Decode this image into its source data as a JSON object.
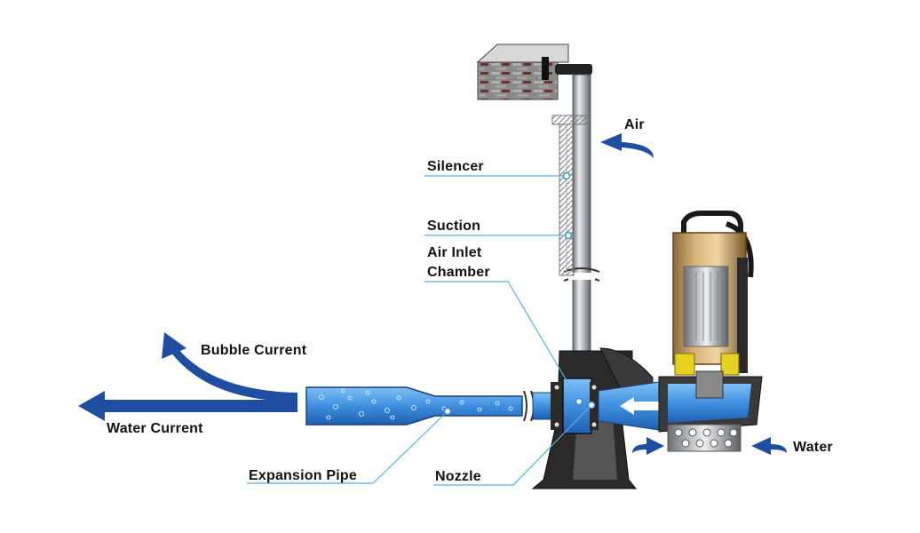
{
  "labels": {
    "air": "Air",
    "silencer": "Silencer",
    "suction": "Suction",
    "air_inlet_line1": "Air Inlet",
    "air_inlet_line2": "Chamber",
    "bubble_current": "Bubble Current",
    "water_current": "Water Current",
    "expansion_pipe": "Expansion Pipe",
    "nozzle": "Nozzle",
    "water": "Water"
  },
  "colors": {
    "arrow_blue": "#1f4ea0",
    "water_blue": "#3f8fe0",
    "pipe_gray": "#9aa0a6",
    "body_dark": "#2a2a2a",
    "leader_blue": "#5aaee0"
  }
}
